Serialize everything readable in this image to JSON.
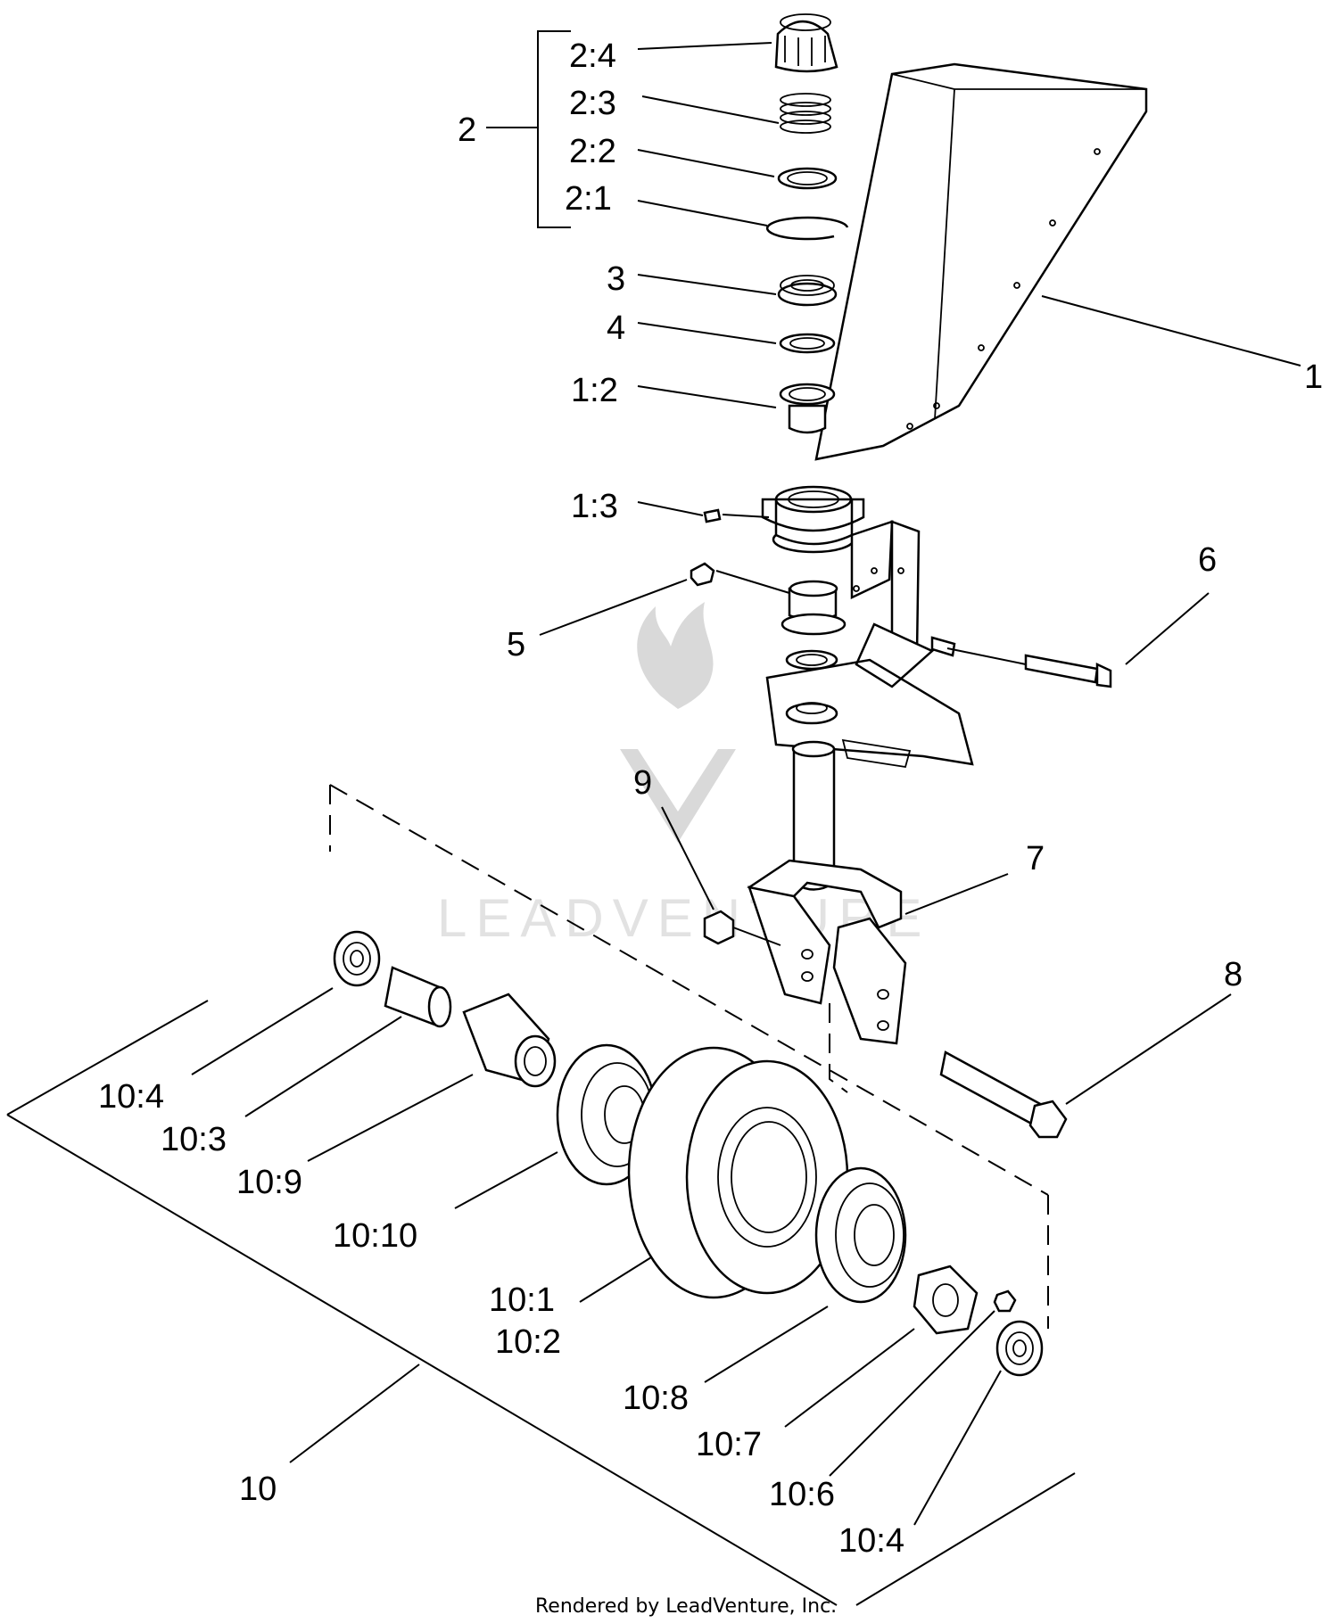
{
  "watermark": {
    "text": "LEADVENTURE"
  },
  "footer": {
    "rendered_by": "Rendered by LeadVenture, Inc."
  },
  "callouts": [
    {
      "id": "c-2-4",
      "label": "2:4"
    },
    {
      "id": "c-2-3",
      "label": "2:3"
    },
    {
      "id": "c-2-2",
      "label": "2:2"
    },
    {
      "id": "c-2-1",
      "label": "2:1"
    },
    {
      "id": "c-2",
      "label": "2"
    },
    {
      "id": "c-3",
      "label": "3"
    },
    {
      "id": "c-4",
      "label": "4"
    },
    {
      "id": "c-1-2",
      "label": "1:2"
    },
    {
      "id": "c-1",
      "label": "1"
    },
    {
      "id": "c-1-3",
      "label": "1:3"
    },
    {
      "id": "c-6",
      "label": "6"
    },
    {
      "id": "c-5",
      "label": "5"
    },
    {
      "id": "c-9",
      "label": "9"
    },
    {
      "id": "c-7",
      "label": "7"
    },
    {
      "id": "c-8",
      "label": "8"
    },
    {
      "id": "c-10-4a",
      "label": "10:4"
    },
    {
      "id": "c-10-3",
      "label": "10:3"
    },
    {
      "id": "c-10-9",
      "label": "10:9"
    },
    {
      "id": "c-10-10",
      "label": "10:10"
    },
    {
      "id": "c-10-1",
      "label": "10:1"
    },
    {
      "id": "c-10-2",
      "label": "10:2"
    },
    {
      "id": "c-10-8",
      "label": "10:8"
    },
    {
      "id": "c-10-7",
      "label": "10:7"
    },
    {
      "id": "c-10-6",
      "label": "10:6"
    },
    {
      "id": "c-10-4b",
      "label": "10:4"
    },
    {
      "id": "c-10",
      "label": "10"
    }
  ]
}
